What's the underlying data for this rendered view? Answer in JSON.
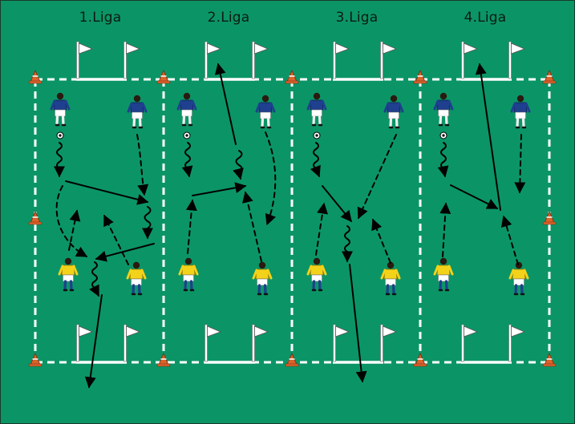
{
  "title": "",
  "colors": {
    "pitch": "#0b9566",
    "lines": "#ffffff",
    "arrows": "#000000",
    "team_blue_shirt": "#1f3f8f",
    "team_yellow_shirt": "#f3d21a",
    "cone": "#d9632a",
    "flag": "#ffffff"
  },
  "zones": [
    {
      "label": "1.Liga"
    },
    {
      "label": "2.Liga"
    },
    {
      "label": "3.Liga"
    },
    {
      "label": "4.Liga"
    }
  ],
  "legend": []
}
